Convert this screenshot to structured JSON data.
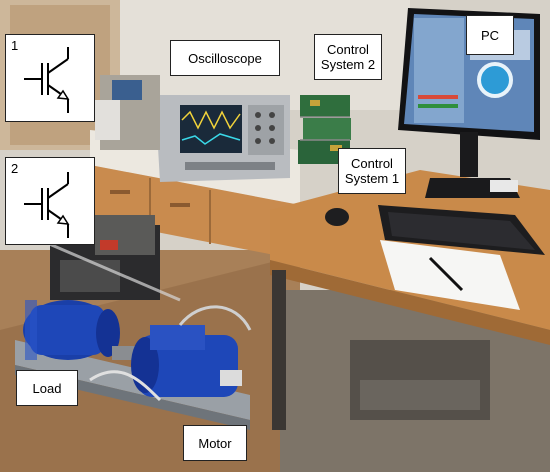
{
  "labels": {
    "oscilloscope": "Oscilloscope",
    "control_system_2": "Control System 2",
    "control_system_1": "Control System 1",
    "pc": "PC",
    "load": "Load",
    "motor": "Motor"
  },
  "igbt_symbols": [
    {
      "number": "1"
    },
    {
      "number": "2"
    }
  ],
  "colors": {
    "motor_blue": "#1a3fa8",
    "desk_orange": "#c98b4e",
    "wall": "#d9d4cc",
    "floor": "#b58a5a"
  }
}
